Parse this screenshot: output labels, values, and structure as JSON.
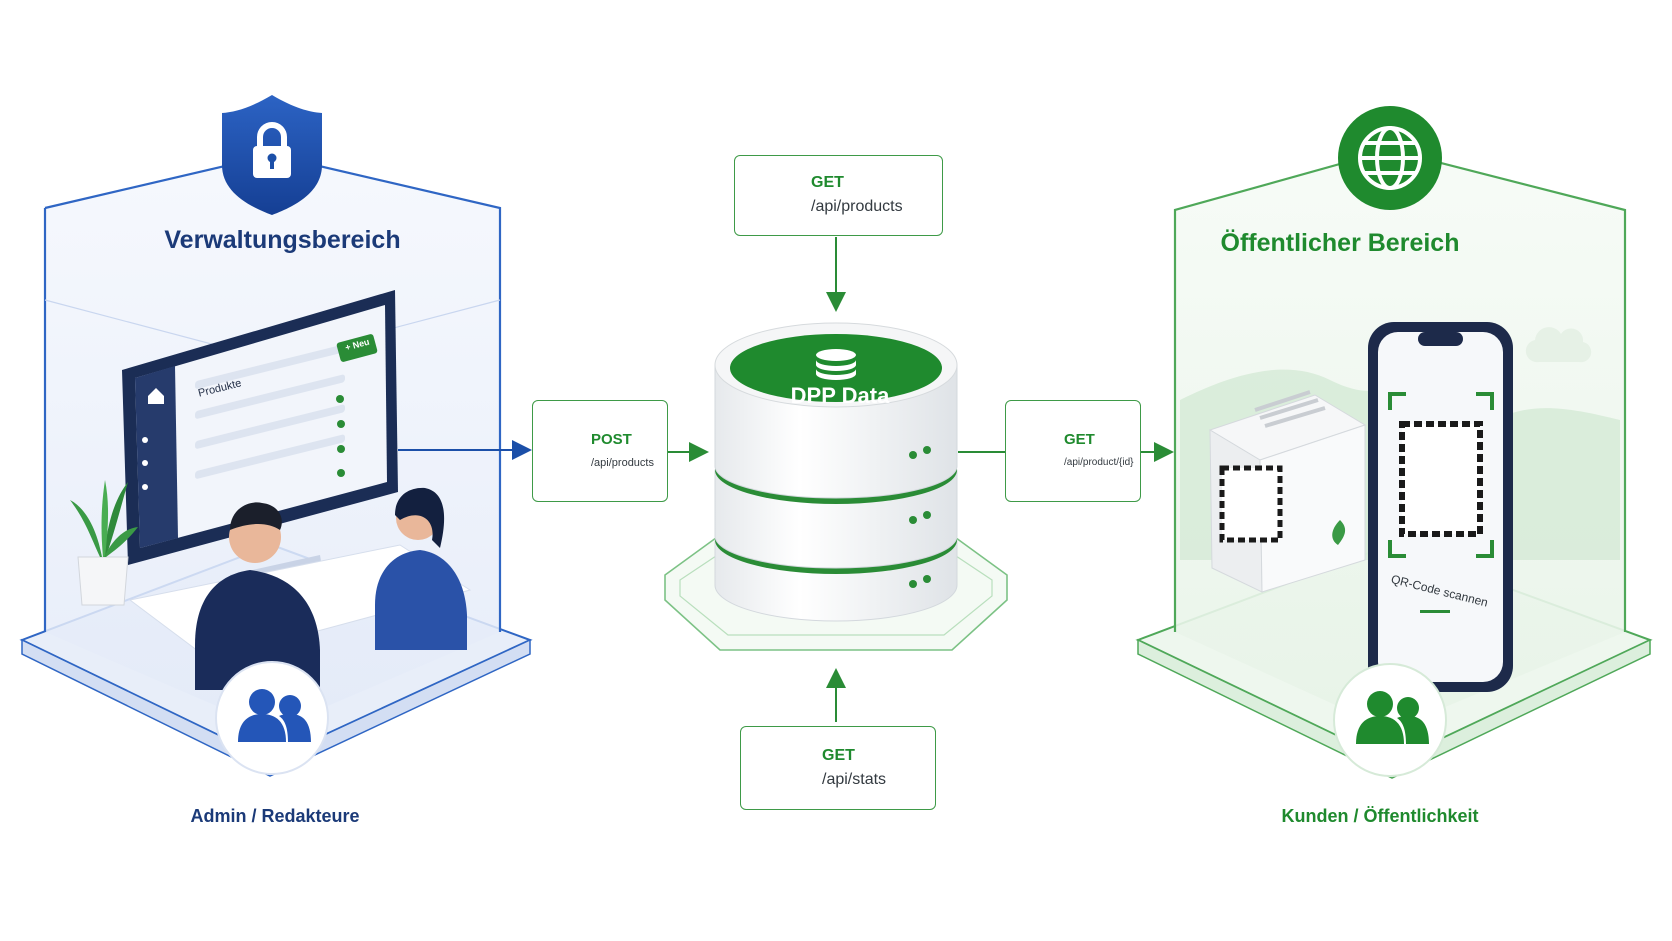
{
  "zones": {
    "admin": {
      "title": "Verwaltungsbereich",
      "audience": "Admin / Redakteure",
      "screen": {
        "list_title": "Produkte",
        "new_button": "+ Neu"
      },
      "accent": "#1b4fa8"
    },
    "public": {
      "title": "Öffentlicher Bereich",
      "audience": "Kunden / Öffentlichkeit",
      "phone": {
        "scan_label": "QR-Code scannen"
      },
      "accent": "#1f8a2e"
    }
  },
  "database": {
    "label": "DPP Data"
  },
  "api": {
    "post_products": {
      "method": "POST",
      "path": "/api/products"
    },
    "get_products": {
      "method": "GET",
      "path": "/api/products"
    },
    "get_product_id": {
      "method": "GET",
      "path": "/api/product/{id}"
    },
    "get_stats": {
      "method": "GET",
      "path": "/api/stats"
    }
  },
  "icons": {
    "admin_badge": "lock-shield-icon",
    "public_badge": "globe-icon",
    "users": "users-icon",
    "get_products": "gear-icon",
    "post_products": "document-icon",
    "get_product_id": "document-icon",
    "get_stats": "bar-chart-icon",
    "database": "database-icon"
  }
}
